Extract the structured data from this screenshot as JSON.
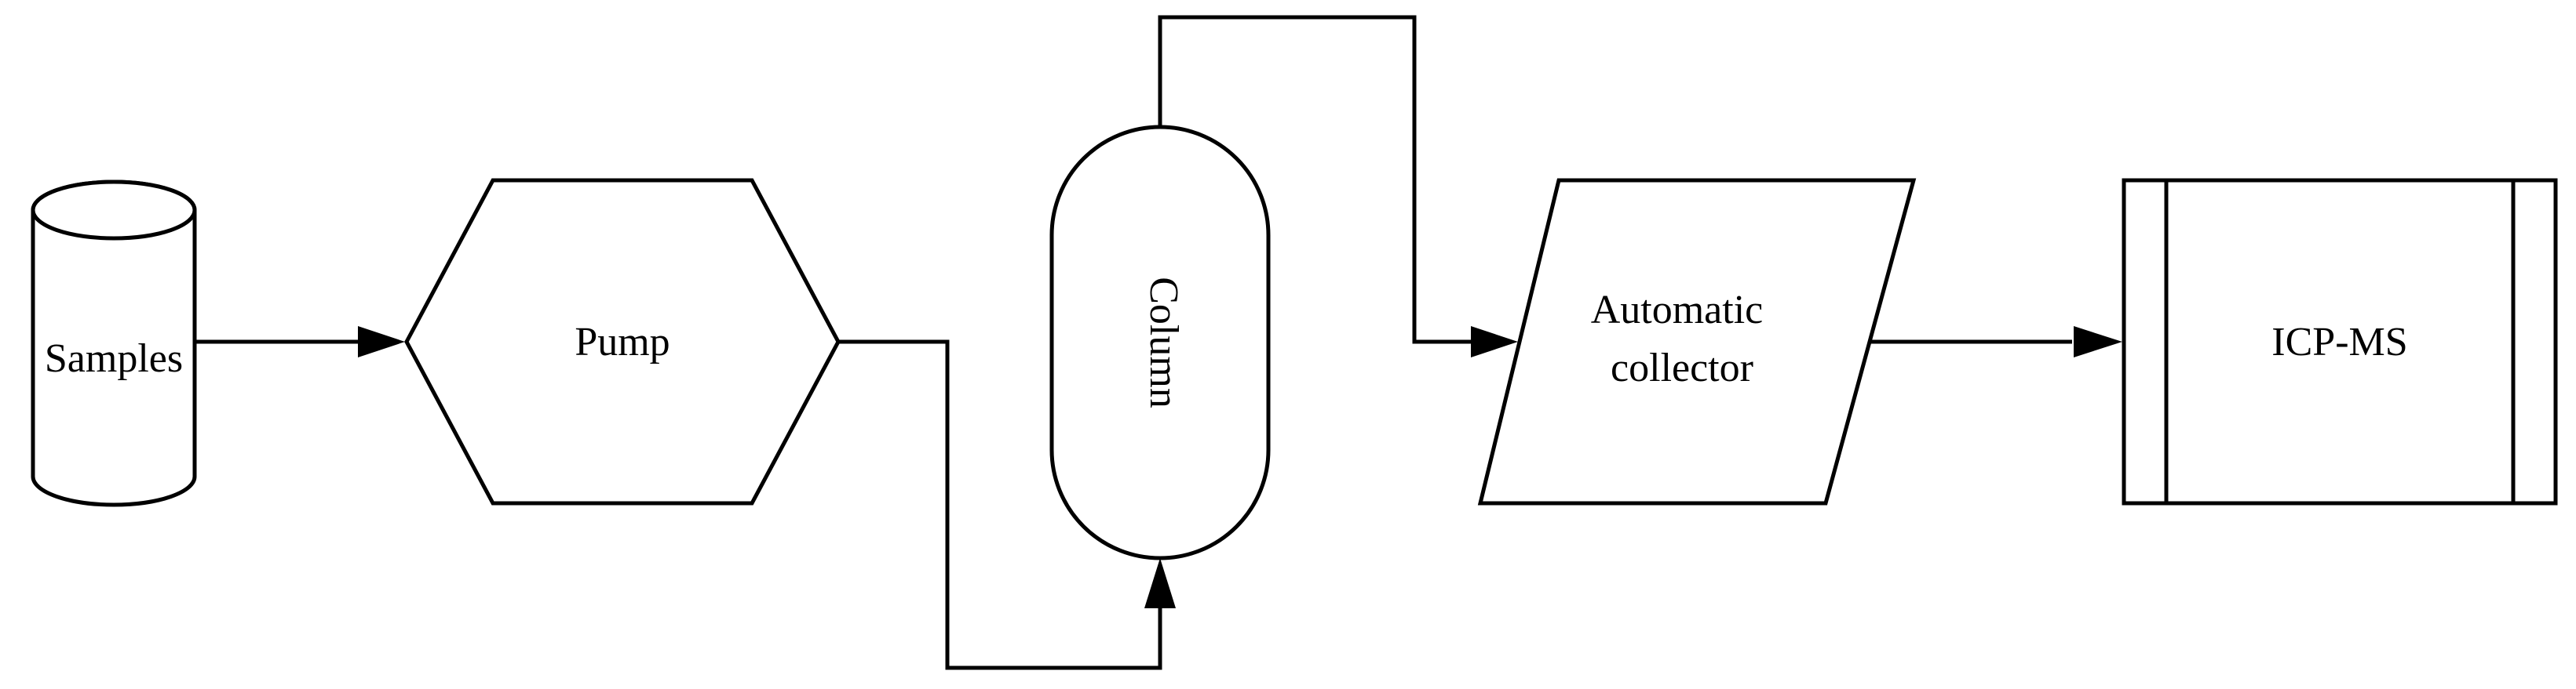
{
  "nodes": {
    "samples": {
      "label": "Samples",
      "shape": "cylinder"
    },
    "pump": {
      "label": "Pump",
      "shape": "hexagon"
    },
    "column": {
      "label": "Column",
      "shape": "capsule"
    },
    "collector": {
      "label_lines": [
        "Automatic",
        "collector"
      ],
      "shape": "parallelogram"
    },
    "icpms": {
      "label": "ICP-MS",
      "shape": "process-box"
    }
  },
  "edges": [
    {
      "from": "samples",
      "to": "pump"
    },
    {
      "from": "pump",
      "to": "column"
    },
    {
      "from": "column",
      "to": "collector"
    },
    {
      "from": "collector",
      "to": "icpms"
    }
  ],
  "colors": {
    "stroke": "#000000",
    "fill": "#ffffff",
    "text": "#000000"
  }
}
